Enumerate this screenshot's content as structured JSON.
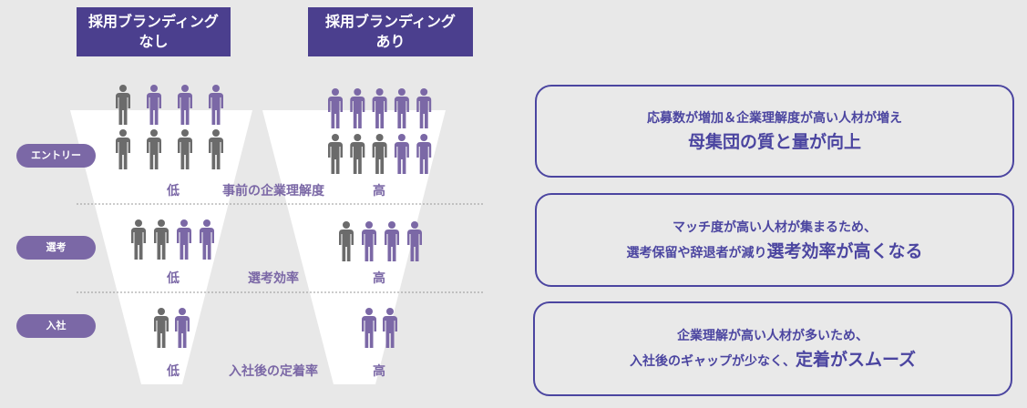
{
  "headers": {
    "without": "採用ブランディング\nなし",
    "with": "採用ブランディング\nあり"
  },
  "stages": [
    "エントリー",
    "選考",
    "入社"
  ],
  "metrics": [
    {
      "low": "低",
      "name": "事前の企業理解度",
      "high": "高"
    },
    {
      "low": "低",
      "name": "選考効率",
      "high": "高"
    },
    {
      "low": "低",
      "name": "入社後の定着率",
      "high": "高"
    }
  ],
  "people": {
    "without": [
      [
        "gray",
        "purple",
        "purple",
        "purple"
      ],
      [
        "gray",
        "gray",
        "gray",
        "gray"
      ],
      [
        "gray",
        "gray",
        "purple",
        "purple"
      ],
      [
        "gray",
        "purple"
      ]
    ],
    "with": [
      [
        "purple",
        "purple",
        "purple",
        "purple",
        "purple"
      ],
      [
        "gray",
        "gray",
        "gray",
        "purple",
        "purple"
      ],
      [
        "gray",
        "purple",
        "purple",
        "purple"
      ],
      [
        "purple",
        "purple"
      ]
    ]
  },
  "bubbles": [
    {
      "line1": "応募数が増加＆企業理解度が高い人材が増え",
      "line2_normal": "",
      "line2_emph": "母集団の質と量が向上"
    },
    {
      "line1": "マッチ度が高い人材が集まるため、",
      "line2_normal": "選考保留や辞退者が減り",
      "line2_emph": "選考効率が高くなる"
    },
    {
      "line1": "企業理解が高い人材が多いため、",
      "line2_normal": "入社後のギャップが少なく、",
      "line2_emph": "定着がスムーズ"
    }
  ],
  "colors": {
    "gray": "#6b6b6b",
    "purple": "#7b68a6",
    "header": "#4b3f8e",
    "bubble": "#4b45a0"
  }
}
